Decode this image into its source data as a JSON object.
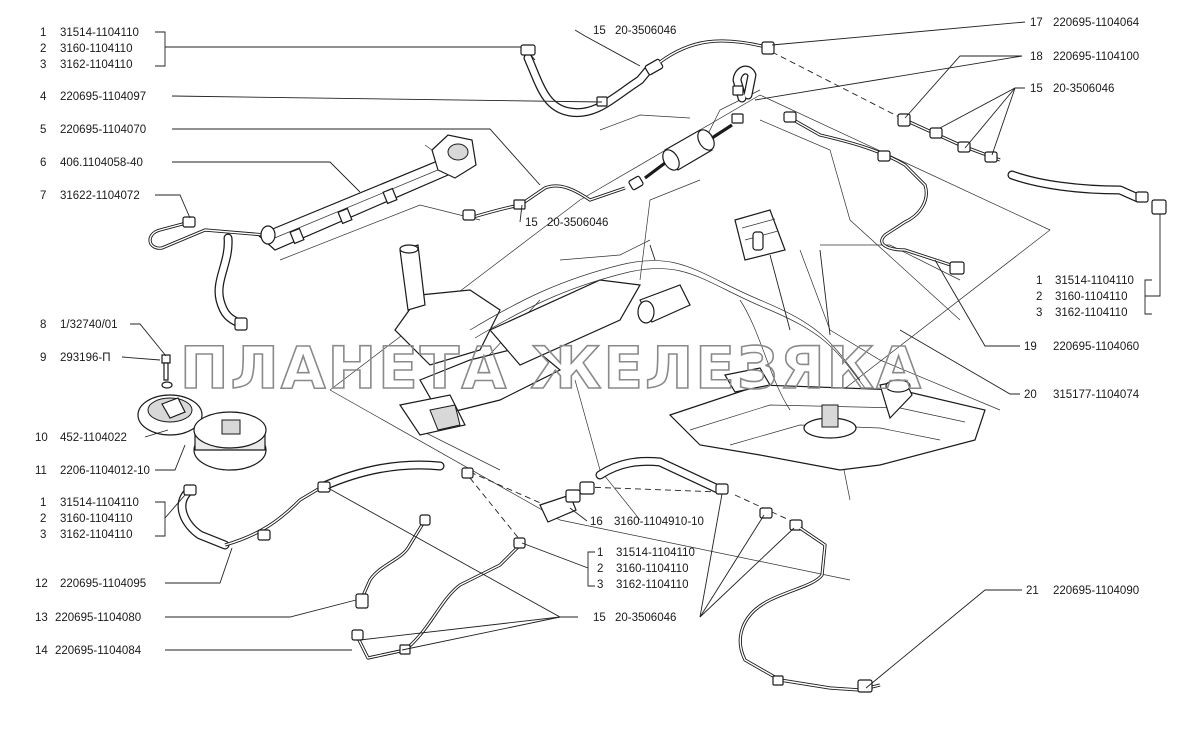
{
  "watermark": "ПЛАНЕТА ЖЕЛЕЗЯКА",
  "callouts_left": [
    {
      "num": "1",
      "code": "31514-1104110"
    },
    {
      "num": "2",
      "code": "3160-1104110"
    },
    {
      "num": "3",
      "code": "3162-1104110"
    },
    {
      "num": "4",
      "code": "220695-1104097"
    },
    {
      "num": "5",
      "code": "220695-1104070"
    },
    {
      "num": "6",
      "code": "406.1104058-40"
    },
    {
      "num": "7",
      "code": "31622-1104072"
    },
    {
      "num": "8",
      "code": "1/32740/01"
    },
    {
      "num": "9",
      "code": "293196-П"
    },
    {
      "num": "10",
      "code": "452-1104022"
    },
    {
      "num": "11",
      "code": "2206-1104012-10"
    },
    {
      "num": "1",
      "code": "31514-1104110"
    },
    {
      "num": "2",
      "code": "3160-1104110"
    },
    {
      "num": "3",
      "code": "3162-1104110"
    },
    {
      "num": "12",
      "code": "220695-1104095"
    },
    {
      "num": "13",
      "code": "220695-1104080"
    },
    {
      "num": "14",
      "code": "220695-1104084"
    }
  ],
  "callouts_right": [
    {
      "num": "17",
      "code": "220695-1104064"
    },
    {
      "num": "18",
      "code": "220695-1104100"
    },
    {
      "num": "15",
      "code": "20-3506046"
    },
    {
      "num": "1",
      "code": "31514-1104110"
    },
    {
      "num": "2",
      "code": "3160-1104110"
    },
    {
      "num": "3",
      "code": "3162-1104110"
    },
    {
      "num": "19",
      "code": "220695-1104060"
    },
    {
      "num": "20",
      "code": "315177-1104074"
    },
    {
      "num": "21",
      "code": "220695-1104090"
    }
  ],
  "callouts_center": [
    {
      "num": "15",
      "code": "20-3506046"
    },
    {
      "num": "15",
      "code": "20-3506046"
    },
    {
      "num": "16",
      "code": "3160-1104910-10"
    },
    {
      "num": "1",
      "code": "31514-1104110"
    },
    {
      "num": "2",
      "code": "3160-1104110"
    },
    {
      "num": "3",
      "code": "3162-1104110"
    },
    {
      "num": "15",
      "code": "20-3506046"
    }
  ]
}
